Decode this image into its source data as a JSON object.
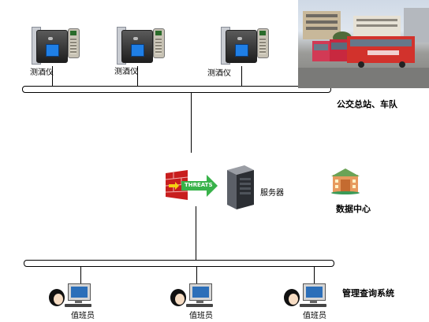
{
  "devices": [
    {
      "label": "测酒仪"
    },
    {
      "label": "测酒仪"
    },
    {
      "label": "测酒仪"
    }
  ],
  "photo": {
    "caption": "公交总站、车队"
  },
  "firewall": {
    "banner_text": "THREATS"
  },
  "server": {
    "label": "服务器"
  },
  "data_center": {
    "label": "数据中心"
  },
  "mgmt": {
    "label": "管理查询系统"
  },
  "stations": [
    {
      "label": "值班员"
    },
    {
      "label": "值班员"
    },
    {
      "label": "值班员"
    }
  ]
}
